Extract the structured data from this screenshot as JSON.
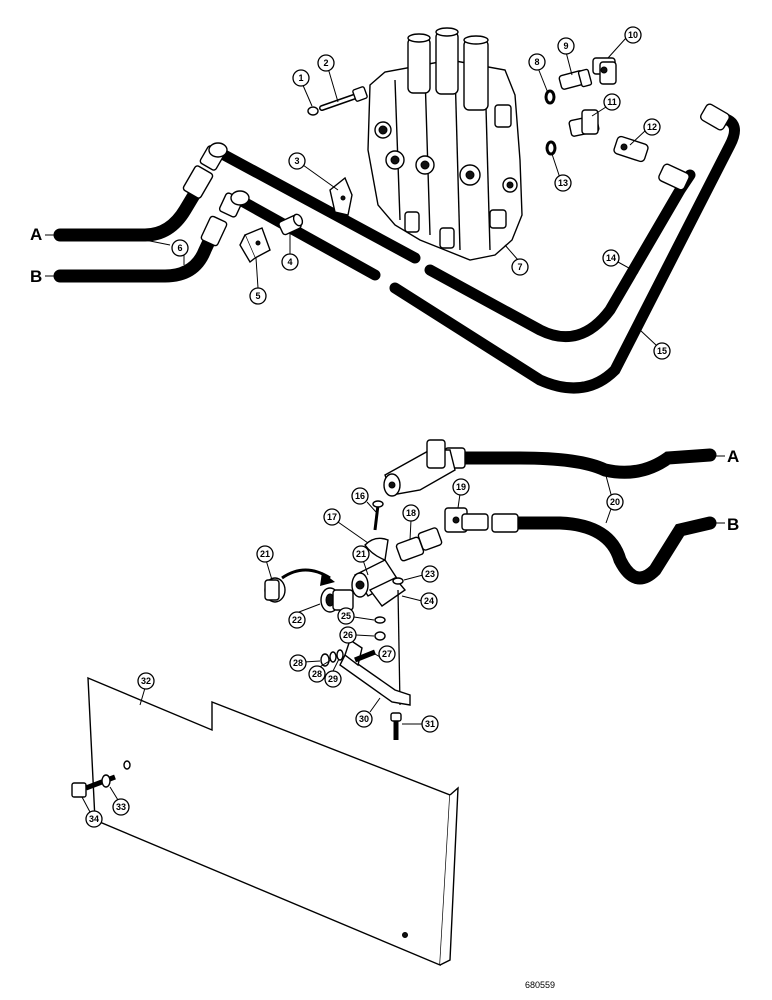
{
  "figure_number": "680559",
  "hose_labels": {
    "a": "A",
    "b": "B"
  },
  "callouts": [
    {
      "id": "c1",
      "label": "1"
    },
    {
      "id": "c2",
      "label": "2"
    },
    {
      "id": "c3",
      "label": "3"
    },
    {
      "id": "c4",
      "label": "4"
    },
    {
      "id": "c5",
      "label": "5"
    },
    {
      "id": "c6",
      "label": "6"
    },
    {
      "id": "c7",
      "label": "7"
    },
    {
      "id": "c8",
      "label": "8"
    },
    {
      "id": "c9",
      "label": "9"
    },
    {
      "id": "c10",
      "label": "10"
    },
    {
      "id": "c11",
      "label": "11"
    },
    {
      "id": "c12",
      "label": "12"
    },
    {
      "id": "c13",
      "label": "13"
    },
    {
      "id": "c14",
      "label": "14"
    },
    {
      "id": "c15",
      "label": "15"
    },
    {
      "id": "c16",
      "label": "16"
    },
    {
      "id": "c17",
      "label": "17"
    },
    {
      "id": "c18",
      "label": "18"
    },
    {
      "id": "c19",
      "label": "19"
    },
    {
      "id": "c20",
      "label": "20"
    },
    {
      "id": "c21a",
      "label": "21"
    },
    {
      "id": "c21b",
      "label": "21"
    },
    {
      "id": "c22",
      "label": "22"
    },
    {
      "id": "c23",
      "label": "23"
    },
    {
      "id": "c24",
      "label": "24"
    },
    {
      "id": "c25",
      "label": "25"
    },
    {
      "id": "c26",
      "label": "26"
    },
    {
      "id": "c27",
      "label": "27"
    },
    {
      "id": "c28a",
      "label": "28"
    },
    {
      "id": "c28b",
      "label": "28"
    },
    {
      "id": "c29",
      "label": "29"
    },
    {
      "id": "c30",
      "label": "30"
    },
    {
      "id": "c31",
      "label": "31"
    },
    {
      "id": "c32",
      "label": "32"
    },
    {
      "id": "c33",
      "label": "33"
    },
    {
      "id": "c34",
      "label": "34"
    }
  ]
}
